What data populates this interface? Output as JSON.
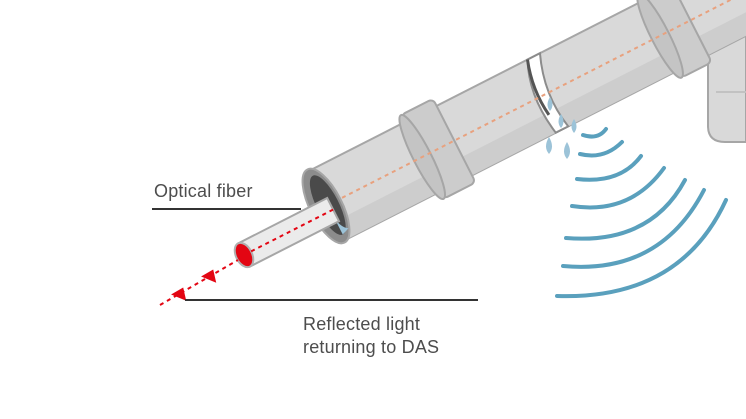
{
  "labels": {
    "optical_fiber": "Optical fiber",
    "reflected_line1": "Reflected light",
    "reflected_line2": "returning to DAS"
  },
  "colors": {
    "pipe_body": "#d9d9d9",
    "pipe_collar": "#c8c8c8",
    "pipe_outline": "#a6a6a6",
    "fiber_core": "#e30613",
    "signal_dash": "#e30613",
    "inner_dash": "#e8a17e",
    "water": "#9cc3d8",
    "wave": "#5aa0bd",
    "leader_line": "#333333",
    "text": "#4d4d4d"
  },
  "icons": {
    "leak": "water-drops-icon",
    "vibration": "acoustic-wave-icon",
    "direction": "arrowhead-icon"
  }
}
